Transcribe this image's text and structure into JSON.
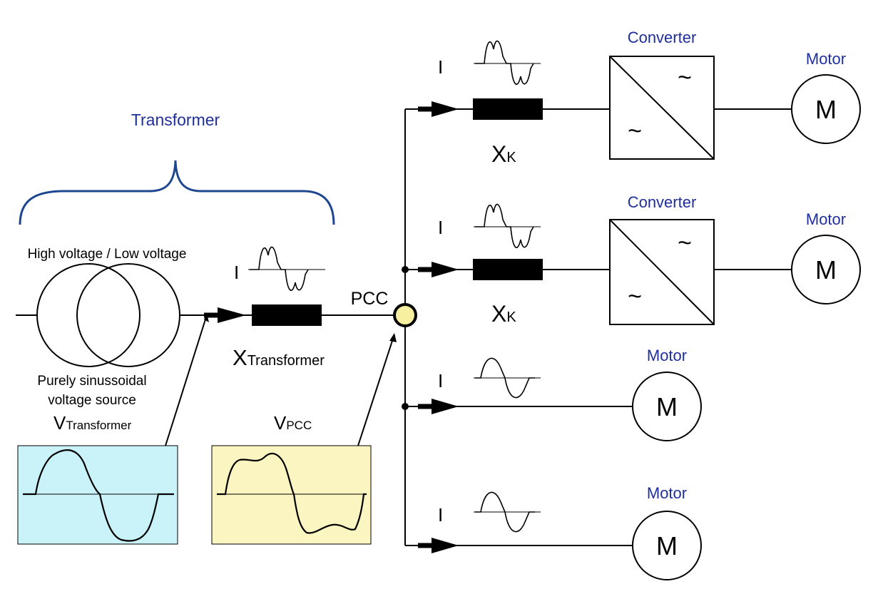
{
  "colors": {
    "label_blue": "#1f2f9c",
    "pcc_fill": "#f6f0a0",
    "v_transformer_box": "#c9f3f8",
    "v_pcc_box": "#fbf5c2",
    "brace": "#1f4690"
  },
  "labels": {
    "transformer": "Transformer",
    "hv_lv": "High voltage / Low voltage",
    "source_line1": "Purely sinussoidal",
    "source_line2": "voltage source",
    "v_letter": "V",
    "v_transformer_sub": "Transformer",
    "v_pcc_sub": "PCC",
    "x_letter": "X",
    "x_transformer_sub": "Transformer",
    "x_k_sub": "K",
    "pcc": "PCC",
    "current": "I",
    "converter": "Converter",
    "motor": "Motor",
    "motor_symbol": "M",
    "ac_symbol": "~"
  }
}
